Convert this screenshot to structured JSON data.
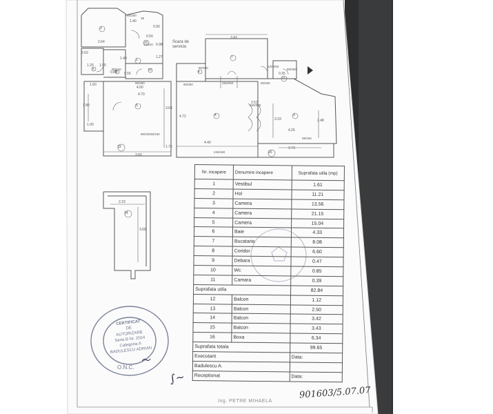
{
  "plan": {
    "corridor_label": "Scara de serviciu",
    "dims": [
      "2.64",
      "1.40",
      "1.25",
      "3.43",
      "1.55",
      "2.63",
      "0.90",
      "0.50",
      "1.40",
      "1.27",
      "0.98",
      "1.60",
      "4.70",
      "1.80",
      "3.64",
      "4.00",
      "4.72",
      "4.40",
      "3.33",
      "4.26",
      "2.48",
      "2.57",
      "3.73",
      "3.60",
      "1.00",
      "1.75",
      "0.85",
      "0.55",
      "0.35",
      "2.23",
      "3.65"
    ],
    "doors": [
      "90/210",
      "90/250",
      "70/210",
      "250/250",
      "90/250",
      "250/200",
      "90/220",
      "58/150",
      "90/250",
      "120/250",
      "90/250",
      "80/250",
      "90/200",
      "246/160",
      "58/150"
    ],
    "rooms": [
      "1",
      "2",
      "3",
      "4",
      "5",
      "6",
      "7",
      "8",
      "9",
      "10",
      "11",
      "12",
      "13",
      "14",
      "15",
      "16"
    ]
  },
  "table": {
    "headers": {
      "nr": "Nr. incapere",
      "den": "Denumire incapere",
      "sup": "Suprafata utila (mp)"
    },
    "rows": [
      {
        "nr": "1",
        "den": "Vestibul",
        "sup": "1.61"
      },
      {
        "nr": "2",
        "den": "Hol",
        "sup": "11.21"
      },
      {
        "nr": "3",
        "den": "Camera",
        "sup": "13.56"
      },
      {
        "nr": "4",
        "den": "Camera",
        "sup": "21.15"
      },
      {
        "nr": "5",
        "den": "Camera",
        "sup": "15.04"
      },
      {
        "nr": "6",
        "den": "Baie",
        "sup": "4.33"
      },
      {
        "nr": "7",
        "den": "Bucatarie",
        "sup": "8.08"
      },
      {
        "nr": "8",
        "den": "Coridor",
        "sup": "6.60"
      },
      {
        "nr": "9",
        "den": "Debara",
        "sup": "0.47"
      },
      {
        "nr": "10",
        "den": "Wc",
        "sup": "0.85"
      },
      {
        "nr": "11",
        "den": "Camara",
        "sup": "0.39"
      }
    ],
    "subtotal": {
      "label": "Suprafata utila",
      "value": "82.84"
    },
    "rows2": [
      {
        "nr": "12",
        "den": "Balcon",
        "sup": "1.12"
      },
      {
        "nr": "13",
        "den": "Balcon",
        "sup": "2.50"
      },
      {
        "nr": "14",
        "den": "Balcon",
        "sup": "3.42"
      },
      {
        "nr": "15",
        "den": "Balcon",
        "sup": "3.43"
      },
      {
        "nr": "16",
        "den": "Boxa",
        "sup": "6.34"
      }
    ],
    "total": {
      "label": "Suprafata totala",
      "value": "99.65"
    },
    "executant": {
      "label": "Executant",
      "date_label": "Data:"
    },
    "executant_name": "Badulescu A.",
    "receptionat": {
      "label": "Receptionat",
      "date_label": "Data:"
    }
  },
  "stamp": {
    "line1": "CERTIFICAT",
    "line2": "DE",
    "line3": "AUTORIZARE",
    "line4": "Seria B Nr. 2554",
    "line5": "Categoria A",
    "line6": "BADULESCU ADRIAN",
    "bottom": "O.N.C."
  },
  "footer": {
    "engineer": "Ing. PETRE MIHAELA",
    "handwritten_number": "901603",
    "handwritten_date": "5.07.07"
  },
  "colors": {
    "ink": "#4a4a4a",
    "stamp": "#55607a",
    "paper": "#ffffff",
    "dark_bg": "#2e2e30"
  }
}
